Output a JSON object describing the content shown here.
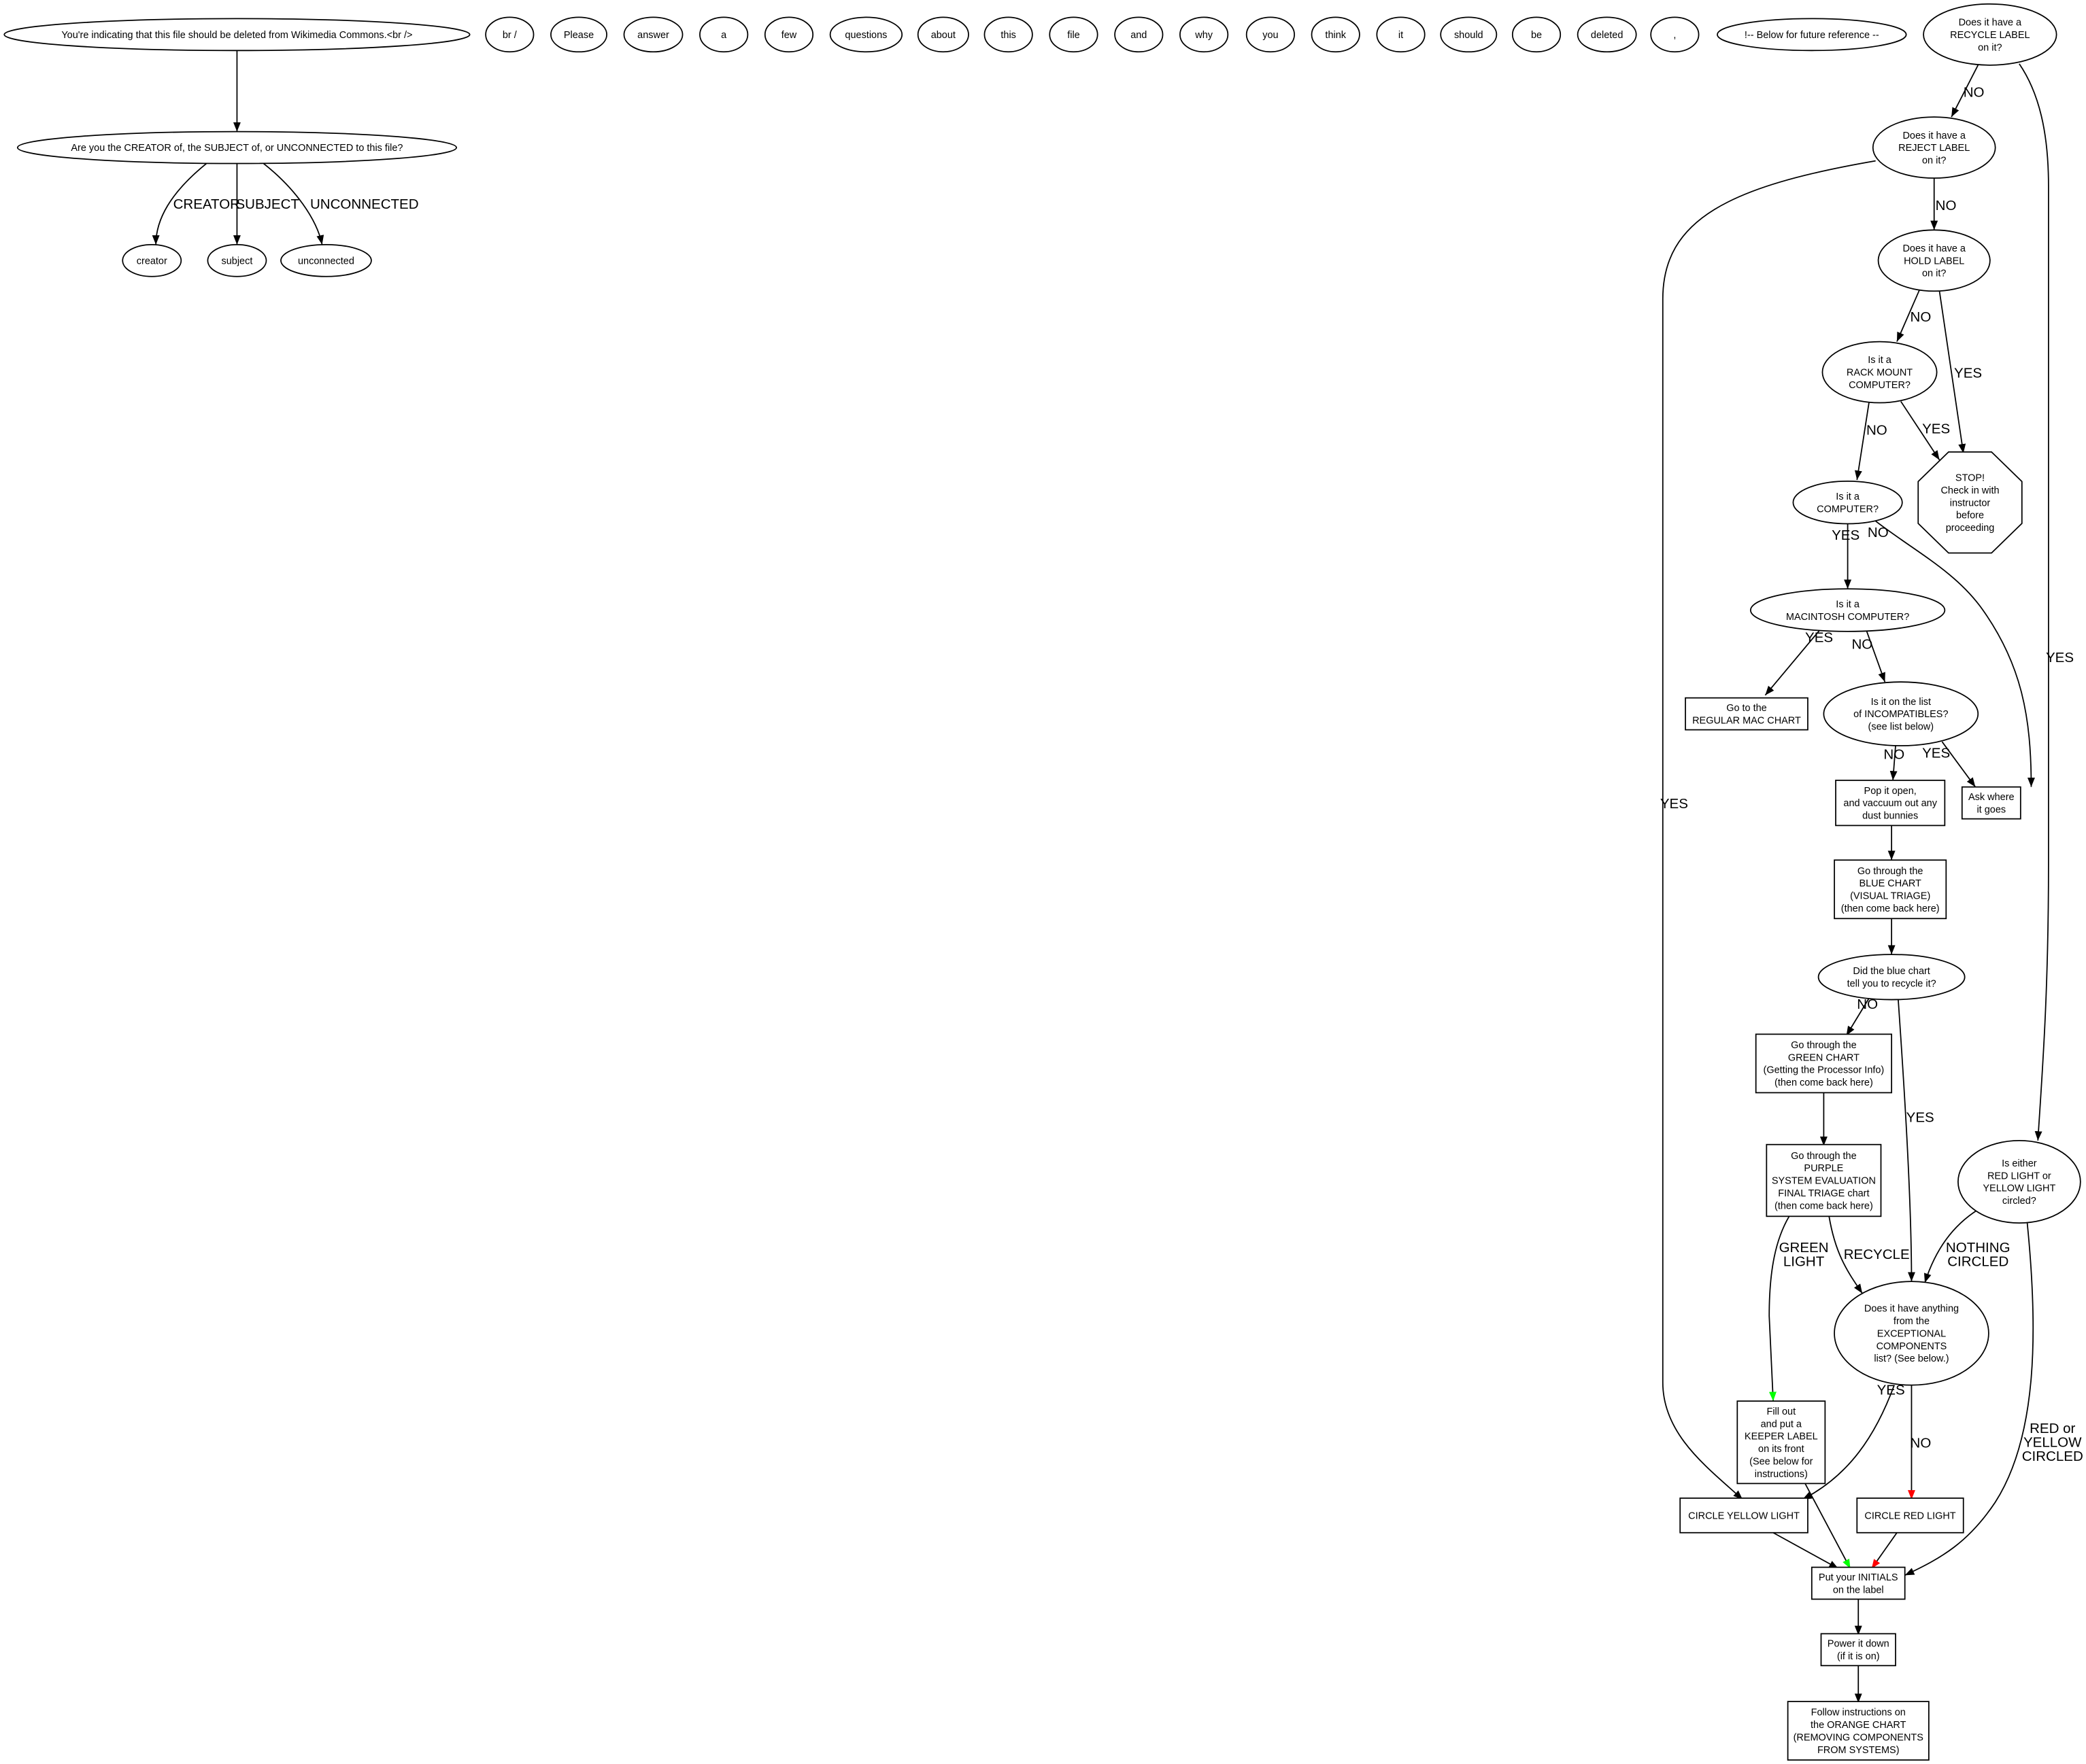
{
  "colors": {
    "pink": "#ffc0cb",
    "blue": "#0000ff",
    "green": "#00ff00",
    "purple": "#a020f0",
    "orange": "#ffa500",
    "red": "#ff0000",
    "black": "#000000"
  },
  "nodes": {
    "intro": [
      "You're indicating that this file should be deleted from Wikimedia Commons.<br />"
    ],
    "w_br": [
      "br /"
    ],
    "w_please": [
      "Please"
    ],
    "w_answer": [
      "answer"
    ],
    "w_a": [
      "a"
    ],
    "w_few": [
      "few"
    ],
    "w_questions": [
      "questions"
    ],
    "w_about": [
      "about"
    ],
    "w_this": [
      "this"
    ],
    "w_file": [
      "file"
    ],
    "w_and": [
      "and"
    ],
    "w_why": [
      "why"
    ],
    "w_you": [
      "you"
    ],
    "w_think": [
      "think"
    ],
    "w_it": [
      "it"
    ],
    "w_should": [
      "should"
    ],
    "w_be": [
      "be"
    ],
    "w_deleted": [
      "deleted"
    ],
    "w_comma": [
      ","
    ],
    "w_future": [
      "!-- Below for future reference --"
    ],
    "question": [
      "Are you the CREATOR of, the SUBJECT of, or UNCONNECTED to this file?"
    ],
    "creator": [
      "creator"
    ],
    "subject": [
      "subject"
    ],
    "unconnected": [
      "unconnected"
    ],
    "recycle": [
      "Does it have a",
      "RECYCLE LABEL",
      "on it?"
    ],
    "reject": [
      "Does it have a",
      "REJECT LABEL",
      "on it?"
    ],
    "hold": [
      "Does it have a",
      "HOLD LABEL",
      "on it?"
    ],
    "rack": [
      "Is it a",
      "RACK MOUNT",
      "COMPUTER?"
    ],
    "stop": [
      "STOP!",
      "Check in with",
      "instructor",
      "before",
      "proceeding"
    ],
    "computer": [
      "Is it a",
      "COMPUTER?"
    ],
    "mac": [
      "Is it a",
      "MACINTOSH COMPUTER?"
    ],
    "regmac": [
      "Go to the",
      "REGULAR MAC CHART"
    ],
    "incompat": [
      "Is it on the list",
      "of INCOMPATIBLES?",
      "(see list below)"
    ],
    "askwhere": [
      "Ask where",
      "it goes"
    ],
    "pop": [
      "Pop it open,",
      "and vaccuum out any",
      "dust bunnies"
    ],
    "blue": [
      "Go through the",
      "BLUE CHART",
      "(VISUAL TRIAGE)",
      "(then come back here)"
    ],
    "didblue": [
      "Did the blue chart",
      "tell you to recycle it?"
    ],
    "green": [
      "Go through the",
      "GREEN CHART",
      "(Getting the Processor Info)",
      "(then come back here)"
    ],
    "purple": [
      "Go through the",
      "PURPLE",
      "SYSTEM EVALUATION",
      "FINAL TRIAGE chart",
      "(then come back here)"
    ],
    "either": [
      "Is either",
      "RED LIGHT or",
      "YELLOW LIGHT",
      "circled?"
    ],
    "exceptional": [
      "Does it have anything",
      "from the",
      "EXCEPTIONAL",
      "COMPONENTS",
      "list? (See below.)"
    ],
    "keeper": [
      "Fill out",
      "and put a",
      "KEEPER LABEL",
      "on its front",
      "(See below for",
      "instructions)"
    ],
    "yellow": [
      "CIRCLE YELLOW LIGHT"
    ],
    "red": [
      "CIRCLE RED LIGHT"
    ],
    "initials": [
      "Put your INITIALS",
      "on the label"
    ],
    "power": [
      "Power it down",
      "(if it is on)"
    ],
    "orange": [
      "Follow instructions on",
      "the ORANGE CHART",
      "(REMOVING COMPONENTS",
      "FROM SYSTEMS)"
    ]
  },
  "edges": {
    "intro_question": [],
    "q_creator": [
      "CREATOR"
    ],
    "q_subject": [
      "SUBJECT"
    ],
    "q_unconnected": [
      "UNCONNECTED"
    ],
    "recycle_reject": [
      "NO"
    ],
    "recycle_either": [
      "YES"
    ],
    "reject_yellow": [
      "YES"
    ],
    "reject_hold": [
      "NO"
    ],
    "hold_rack": [
      "NO"
    ],
    "hold_stop": [
      "YES"
    ],
    "rack_stop": [
      "YES"
    ],
    "rack_computer": [
      "NO"
    ],
    "computer_mac": [
      "YES"
    ],
    "computer_askwhere": [
      "NO"
    ],
    "mac_regmac": [
      "YES"
    ],
    "mac_incompat": [
      "NO"
    ],
    "incompat_pop": [
      "NO"
    ],
    "incompat_askwhere": [
      "YES"
    ],
    "pop_blue": [],
    "blue_didblue": [],
    "didblue_green": [
      "NO"
    ],
    "didblue_exceptional": [
      "YES"
    ],
    "green_purple": [],
    "purple_keeper": [
      "GREEN",
      "LIGHT"
    ],
    "purple_exceptional": [
      "RECYCLE"
    ],
    "either_exceptional": [
      "NOTHING",
      "CIRCLED"
    ],
    "either_initials": [
      "RED or",
      "YELLOW",
      "CIRCLED"
    ],
    "exceptional_yellow": [
      "YES"
    ],
    "exceptional_red": [
      "NO"
    ],
    "keeper_initials": [],
    "yellow_initials": [],
    "red_initials": [],
    "initials_power": [],
    "power_orange": []
  }
}
